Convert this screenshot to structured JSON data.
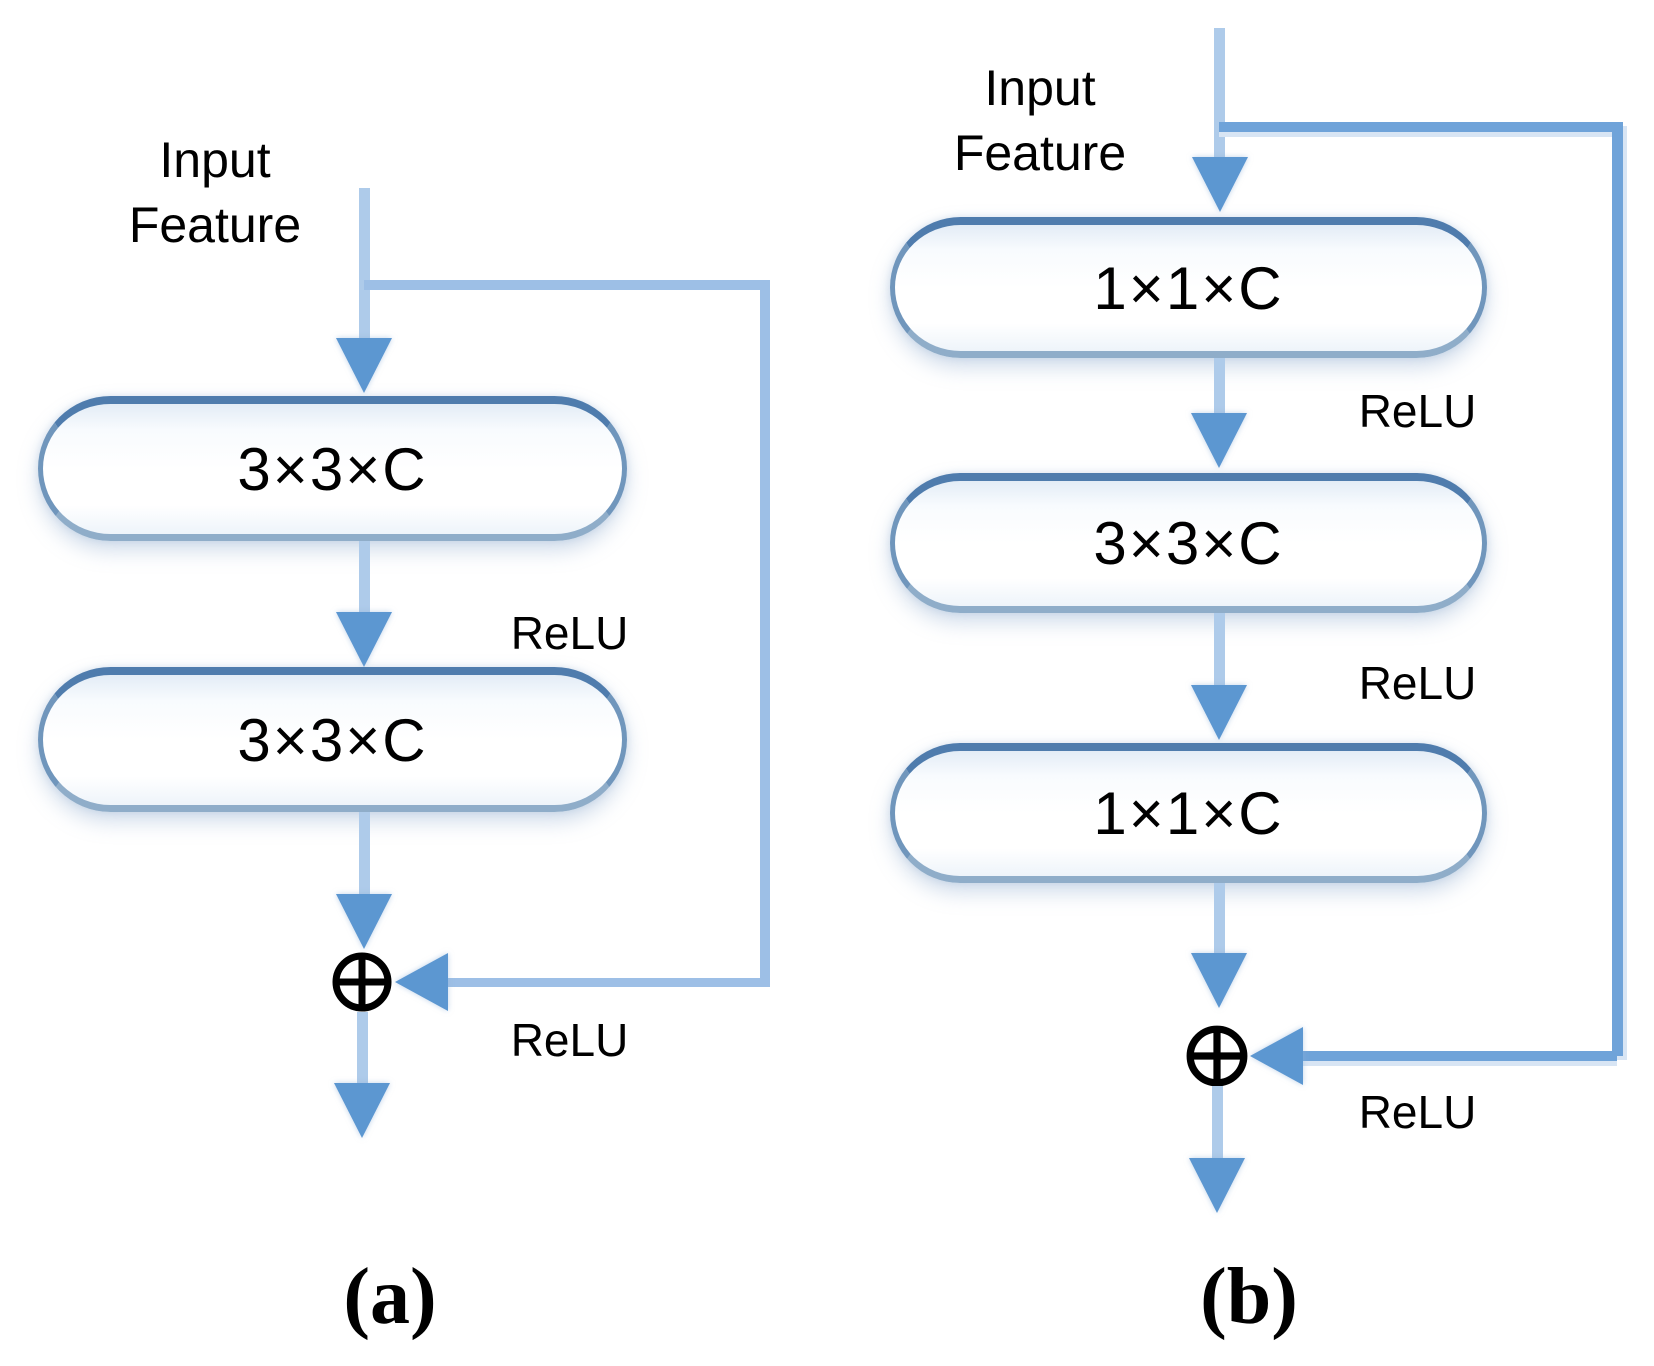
{
  "figure": {
    "description": "Two residual block diagrams",
    "sum_symbol": "circled-plus"
  },
  "diagram_a": {
    "caption": "(a)",
    "input_label": {
      "line1": "Input",
      "line2": "Feature"
    },
    "boxes": [
      "3×3×C",
      "3×3×C"
    ],
    "relus": [
      "ReLU",
      "ReLU"
    ]
  },
  "diagram_b": {
    "caption": "(b)",
    "input_label": {
      "line1": "Input",
      "line2": "Feature"
    },
    "boxes": [
      "1×1×C",
      "3×3×C",
      "1×1×C"
    ],
    "relus": [
      "ReLU",
      "ReLU",
      "ReLU"
    ]
  },
  "colors": {
    "line_light": "#aecbea",
    "arrowhead": "#5c97d1",
    "skip_a": "#9dbfe6",
    "skip_b": "#6fa3d9",
    "box_border": "#7096bc",
    "box_border_top": "#4f7cad",
    "text": "#000000"
  }
}
